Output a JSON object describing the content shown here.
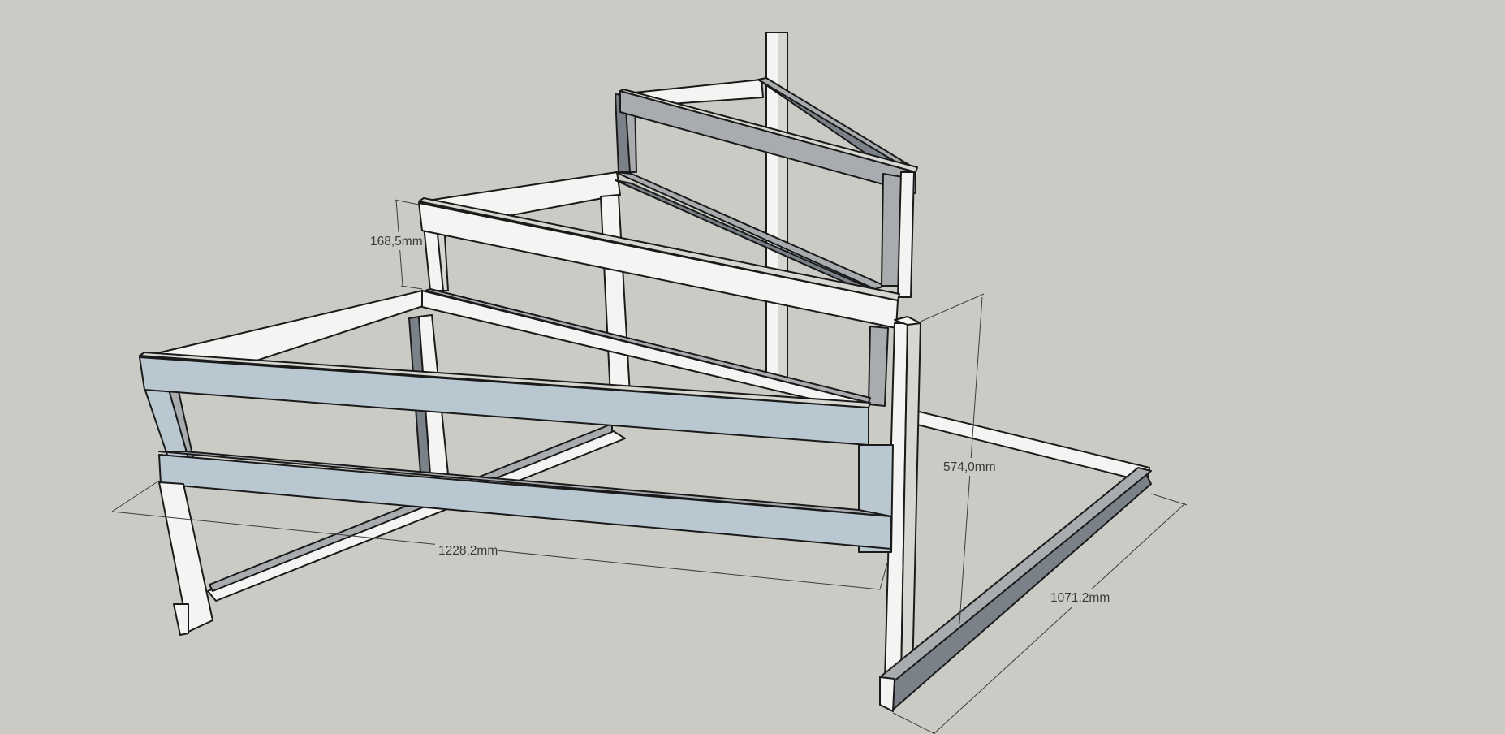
{
  "model": {
    "colors": {
      "background": "#cbcbc6",
      "front_face": "#f4f4f2",
      "side_face": "#d7d7d2",
      "shadow_face": "#a9acaf",
      "dark_face": "#7a8188",
      "blue_face": "#b9c7d1",
      "edge": "#1a1a1a"
    }
  },
  "dimensions": {
    "width": "1228,2mm",
    "depth": "1071,2mm",
    "height": "574,0mm",
    "step": "168,5mm"
  }
}
